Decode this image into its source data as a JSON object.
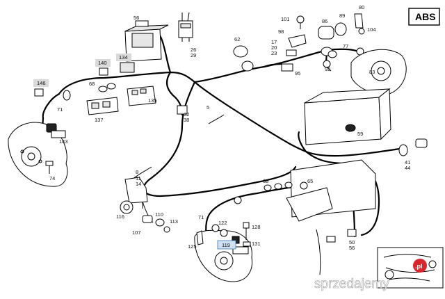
{
  "badge": "ABS",
  "watermark": "sprzedajemy",
  "watermark_logo": ".pl",
  "callouts": {
    "c146": "146",
    "c140": "140",
    "c134": "134",
    "c56": "56",
    "c26": "26",
    "c29": "29",
    "c101": "101",
    "c80": "80",
    "c89": "89",
    "c86": "86",
    "c104": "104",
    "c98": "98",
    "c62": "62",
    "c17": "17",
    "c20": "20",
    "c23": "23",
    "c77": "77",
    "c92": "92",
    "c83": "83",
    "c95": "95",
    "c68a": "68",
    "c71a": "71",
    "c135": "135",
    "c137": "137",
    "c32": "32",
    "c38": "38",
    "c5": "5",
    "c59": "59",
    "c143": "143",
    "c74": "74",
    "c41": "41",
    "c44": "44",
    "c8": "8",
    "c11": "11",
    "c14": "14",
    "c68b": "68",
    "c65": "65",
    "c116": "116",
    "c110": "110",
    "c113": "113",
    "c107": "107",
    "c71b": "71",
    "c122": "122",
    "c128": "128",
    "c119": "119",
    "c131": "131",
    "c125": "125",
    "c50": "50",
    "c56b": "56"
  }
}
